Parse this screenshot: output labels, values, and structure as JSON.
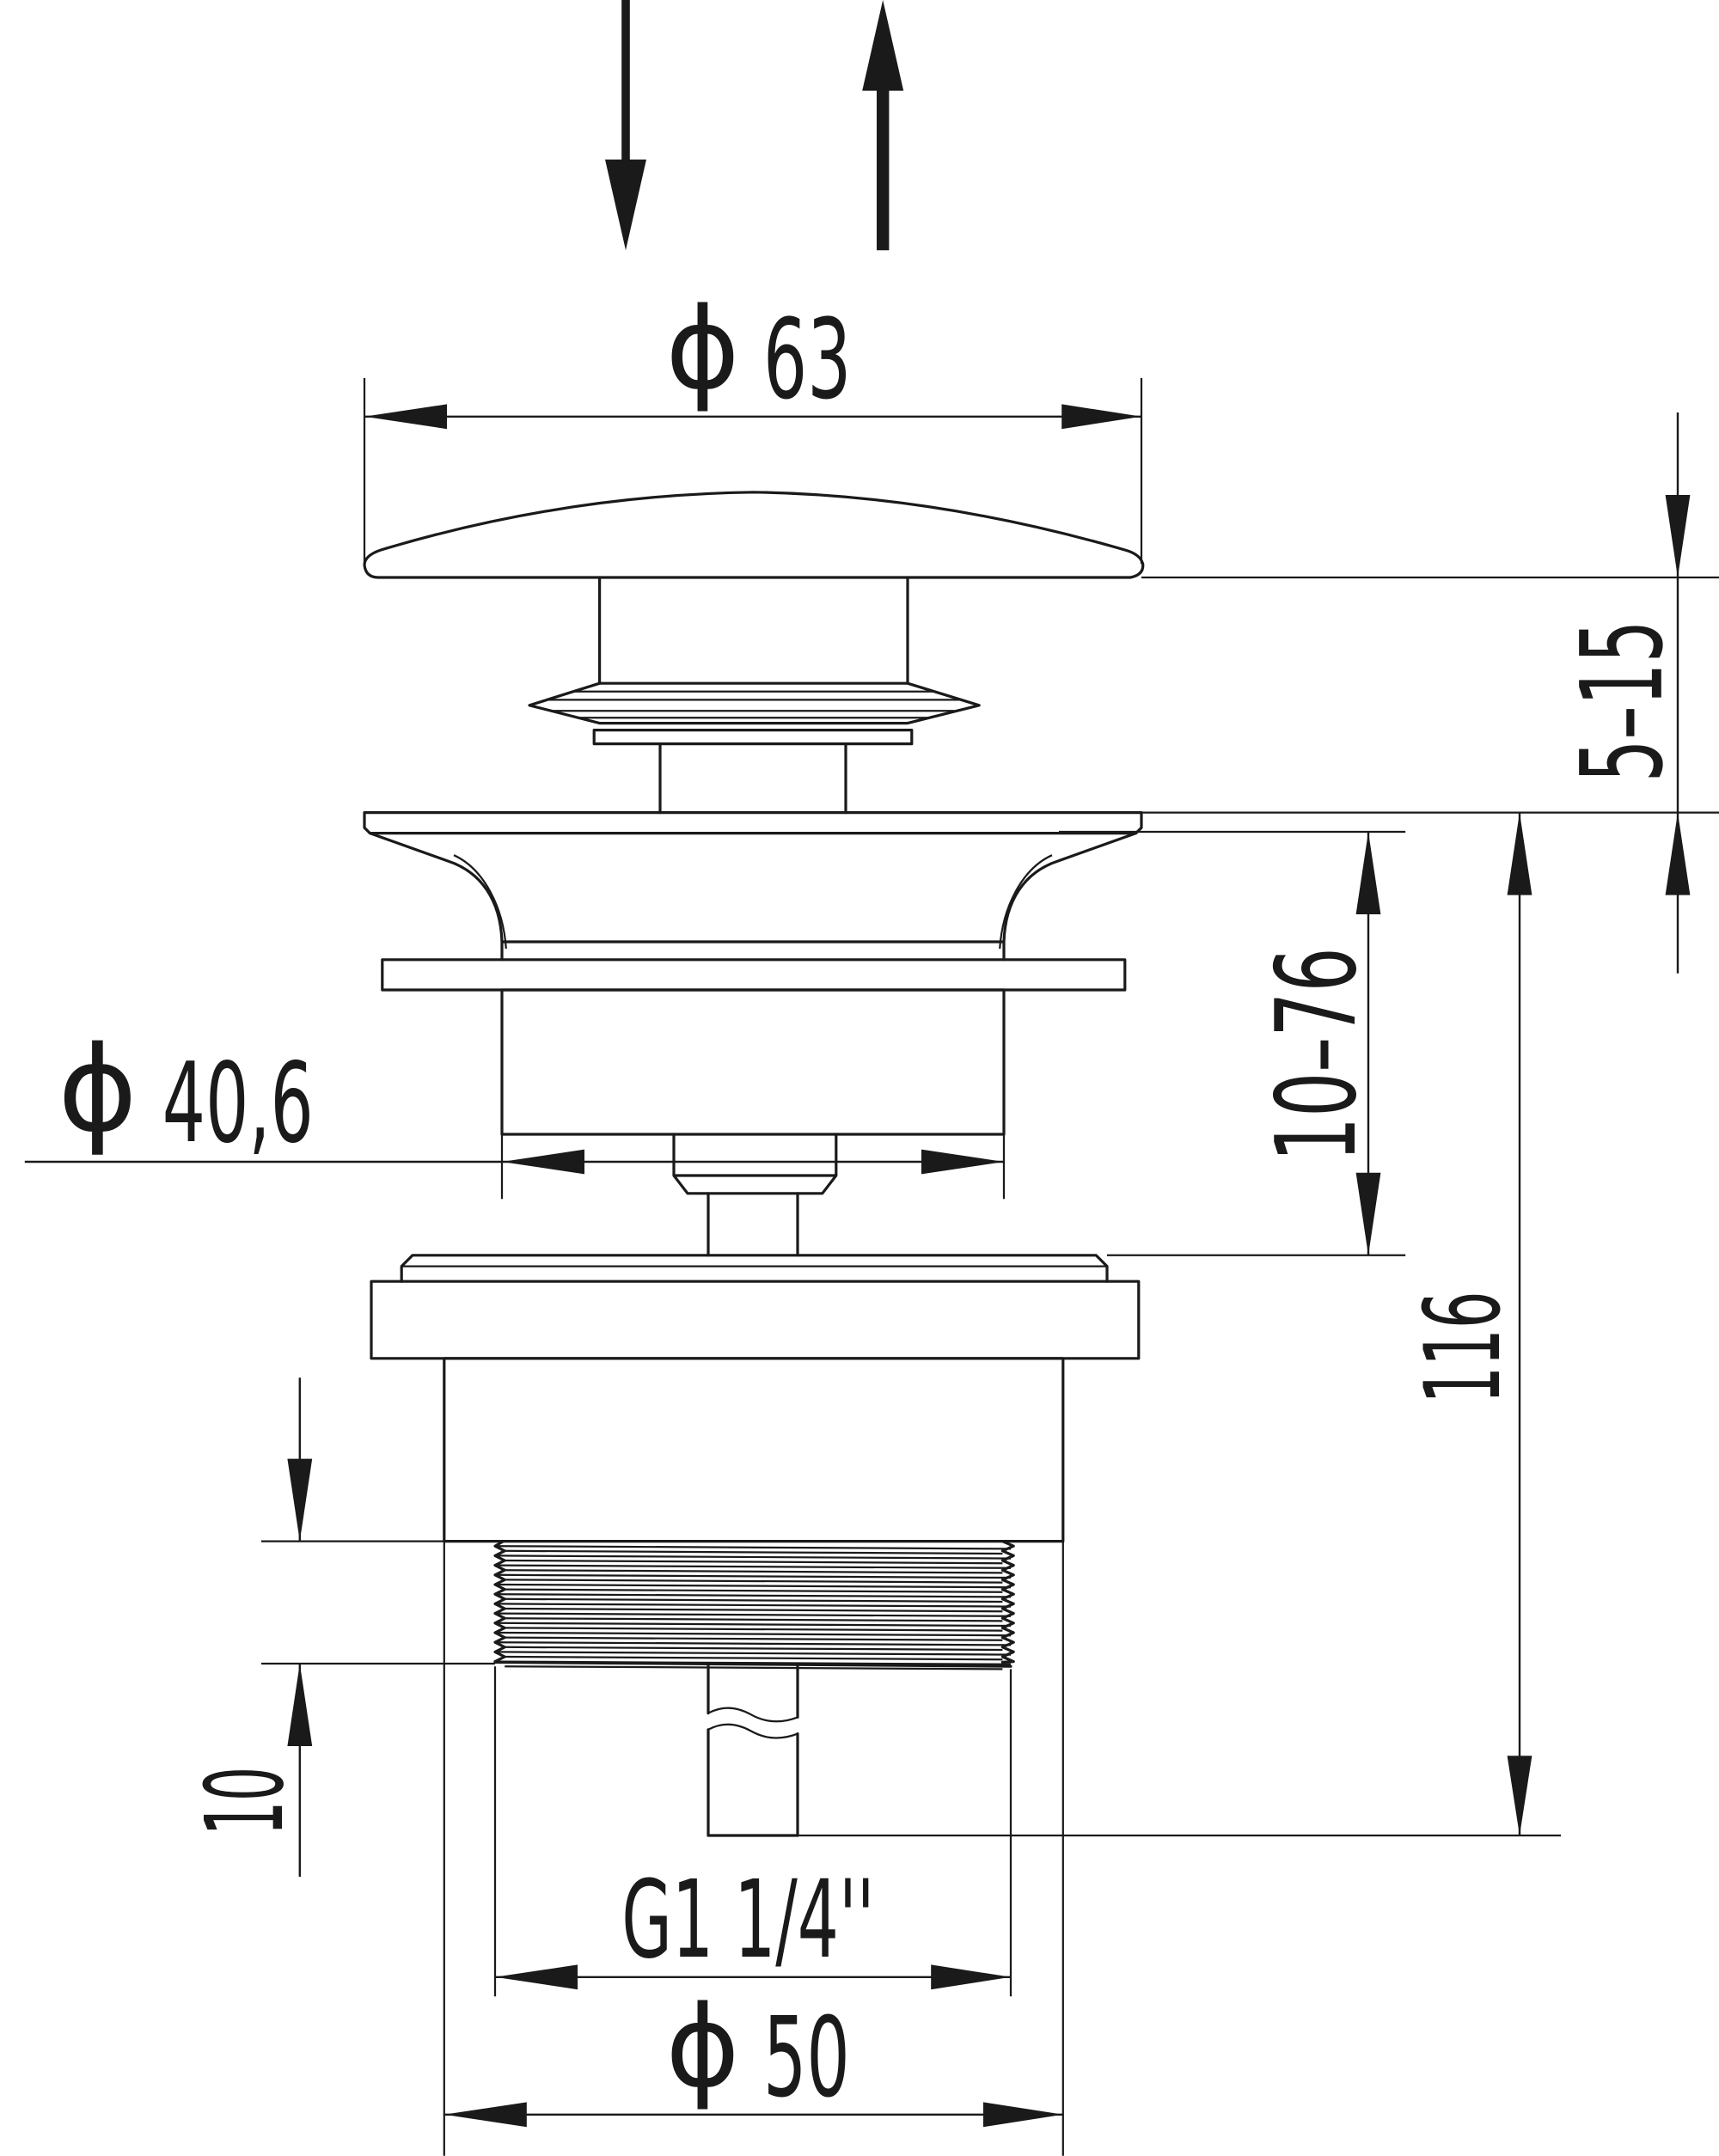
{
  "labels": {
    "phi": "ϕ",
    "cap_diameter": "63",
    "body_diameter": "40,6",
    "stroke_range": "5–15",
    "thickness_range": "10–76",
    "total_height": "116",
    "thread_length": "10",
    "thread_size": "G1 1/4''",
    "thread_diameter": "50"
  }
}
